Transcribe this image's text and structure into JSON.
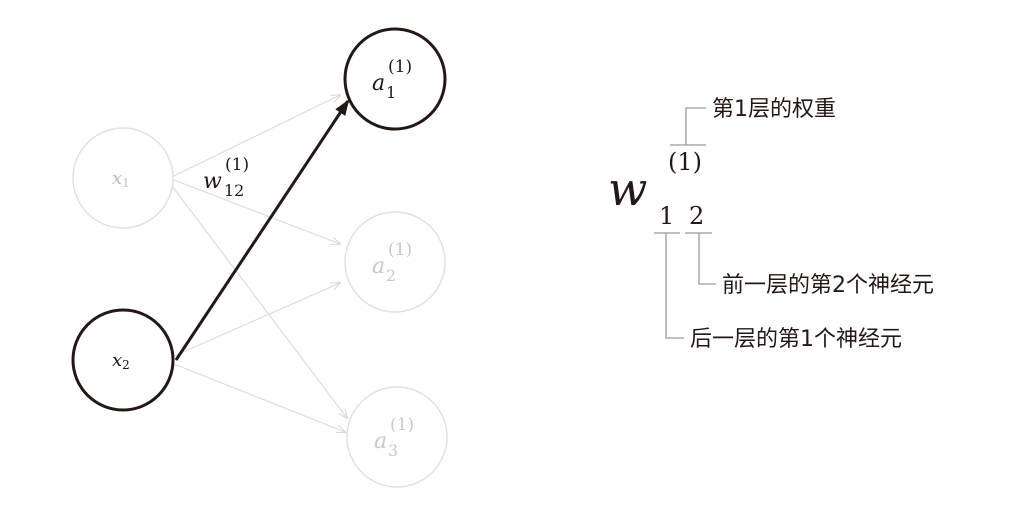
{
  "nodes": {
    "x1": {
      "var": "x",
      "sub": "1"
    },
    "x2": {
      "var": "x",
      "sub": "2"
    },
    "a1": {
      "var": "a",
      "sup": "(1)",
      "sub": "1"
    },
    "a2": {
      "var": "a",
      "sup": "(1)",
      "sub": "2"
    },
    "a3": {
      "var": "a",
      "sup": "(1)",
      "sub": "3"
    }
  },
  "edge_label": {
    "var": "w",
    "sup": "(1)",
    "sub": "12"
  },
  "notation": {
    "var": "w",
    "sup": "(1)",
    "sub_first": "1",
    "sub_second": "2",
    "label_layer": "第1层的权重",
    "label_prev": "前一层的第2个神经元",
    "label_next": "后一层的第1个神经元"
  },
  "colors": {
    "active": "#231815",
    "inactive": "#d9d9d9"
  }
}
